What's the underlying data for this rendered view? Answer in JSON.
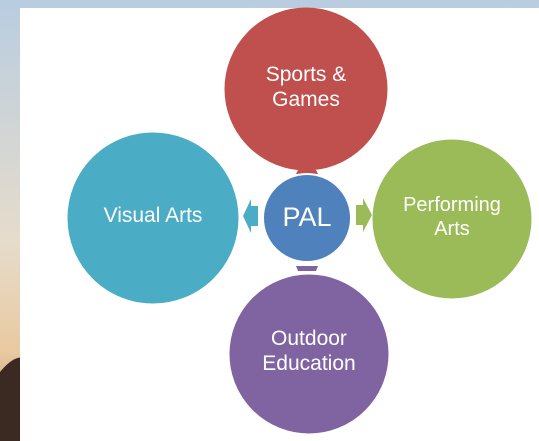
{
  "diagram": {
    "center": {
      "label": "PAL",
      "color": "#4f81bd"
    },
    "nodes": [
      {
        "label": "Sports &\nGames",
        "color": "#c0504d",
        "arrow_color": "#c0504d"
      },
      {
        "label": "Performing\nArts",
        "color": "#9bbb59",
        "arrow_color": "#9bbb59"
      },
      {
        "label": "Outdoor\nEducation",
        "color": "#8064a2",
        "arrow_color": "#8064a2"
      },
      {
        "label": "Visual Arts",
        "color": "#4bacc6",
        "arrow_color": "#4bacc6"
      }
    ]
  }
}
